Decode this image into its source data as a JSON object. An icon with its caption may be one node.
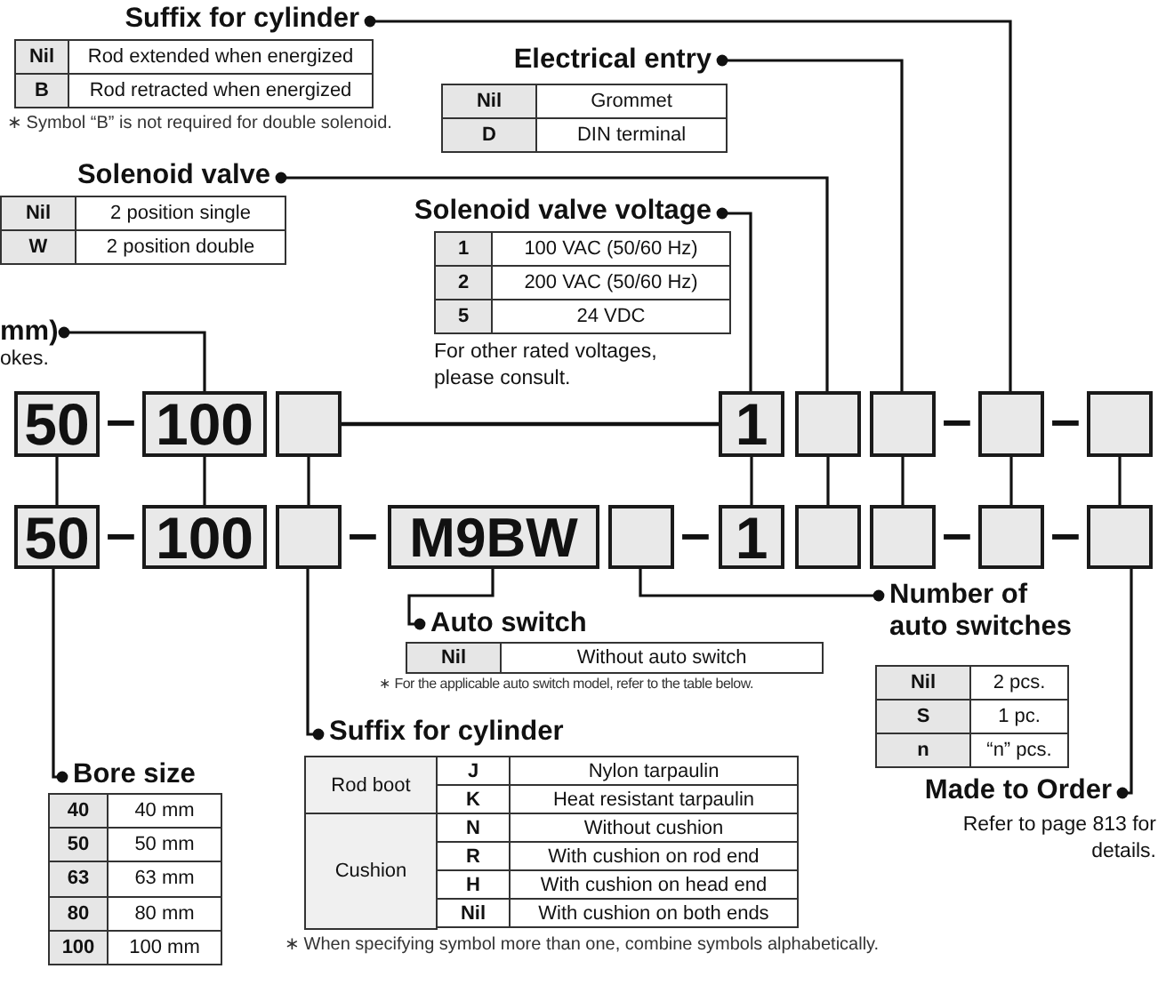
{
  "diagram": {
    "nodes": [
      {
        "text": [
          "Suffix for cylinder"
        ]
      },
      {
        "text": [
          "Electrical entry"
        ]
      },
      {
        "text": [
          "Solenoid valve"
        ]
      },
      {
        "text": [
          "Solenoid valve voltage"
        ]
      },
      {
        "text": [
          "mm)"
        ]
      },
      {
        "text": [
          "50"
        ]
      },
      {
        "text": [
          "100"
        ]
      },
      {
        "text": [],
        "shape": "box"
      },
      {
        "text": [
          "1"
        ]
      },
      {
        "text": [],
        "shape": "box"
      },
      {
        "text": [],
        "shape": "box"
      },
      {
        "text": [],
        "shape": "box"
      },
      {
        "text": [],
        "shape": "box"
      },
      {
        "text": [
          "50"
        ]
      },
      {
        "text": [
          "100"
        ]
      },
      {
        "text": [],
        "shape": "box"
      },
      {
        "text": [
          "M9BW"
        ]
      },
      {
        "text": [],
        "shape": "box"
      },
      {
        "text": [
          "1"
        ]
      },
      {
        "text": [],
        "shape": "box"
      },
      {
        "text": [],
        "shape": "box"
      },
      {
        "text": [],
        "shape": "box"
      },
      {
        "text": [],
        "shape": "box"
      },
      {
        "text": [
          "Auto switch"
        ]
      },
      {
        "text": [
          "Number of auto switches"
        ]
      },
      {
        "text": [
          "Suffix for cylinder"
        ]
      },
      {
        "text": [
          "Bore size"
        ]
      },
      {
        "text": [
          "Made to Order"
        ]
      }
    ],
    "edges": [
      {
        "from": 0,
        "to": 11,
        "arrow": "other"
      },
      {
        "from": 1,
        "to": 10,
        "arrow": "other"
      },
      {
        "from": 2,
        "to": 9,
        "arrow": "other"
      },
      {
        "from": 3,
        "to": 8,
        "arrow": "other"
      },
      {
        "from": 4,
        "to": 6,
        "arrow": "other"
      },
      {
        "from": 7,
        "to": 8,
        "arrow": "none"
      },
      {
        "from": 5,
        "to": 13,
        "arrow": "none"
      },
      {
        "from": 6,
        "to": 14,
        "arrow": "none"
      },
      {
        "from": 7,
        "to": 15,
        "arrow": "none"
      },
      {
        "from": 8,
        "to": 18,
        "arrow": "none"
      },
      {
        "from": 9,
        "to": 19,
        "arrow": "none"
      },
      {
        "from": 10,
        "to": 20,
        "arrow": "none"
      },
      {
        "from": 11,
        "to": 21,
        "arrow": "none"
      },
      {
        "from": 12,
        "to": 22,
        "arrow": "none"
      },
      {
        "from": 26,
        "to": 13,
        "arrow": "other"
      },
      {
        "from": 25,
        "to": 15,
        "arrow": "other"
      },
      {
        "from": 23,
        "to": 16,
        "arrow": "other"
      },
      {
        "from": 24,
        "to": 17,
        "arrow": "other"
      },
      {
        "from": 27,
        "to": 22,
        "arrow": "other"
      }
    ],
    "labels": [
      "Nil",
      "Rod extended when energized",
      "B",
      "Rod retracted when energized",
      "∗ Symbol “B” is not required for double solenoid.",
      "Nil",
      "Grommet",
      "D",
      "DIN terminal",
      "Nil",
      "2 position single",
      "W",
      "2 position double",
      "1",
      "100 VAC (50/60 Hz)",
      "2",
      "200 VAC (50/60 Hz)",
      "5",
      "24 VDC",
      "For other rated voltages, please consult.",
      "okes.",
      "–",
      "–",
      "–",
      "–",
      "–",
      "–",
      "–",
      "–",
      "Nil",
      "Without auto switch",
      "∗ For the applicable auto switch model, refer to the table below.",
      "Nil",
      "2 pcs.",
      "S",
      "1 pc.",
      "n",
      "“n” pcs.",
      "Rod boot",
      "J",
      "Nylon tarpaulin",
      "K",
      "Heat resistant tarpaulin",
      "Cushion",
      "N",
      "Without cushion",
      "R",
      "With cushion on rod end",
      "H",
      "With cushion on head end",
      "Nil",
      "With cushion on both ends",
      "40",
      "40 mm",
      "50",
      "50 mm",
      "63",
      "63 mm",
      "80",
      "80 mm",
      "100",
      "100 mm",
      "Refer to page 813 for details.",
      "∗ When specifying symbol more than one, combine symbols alphabetically."
    ]
  }
}
